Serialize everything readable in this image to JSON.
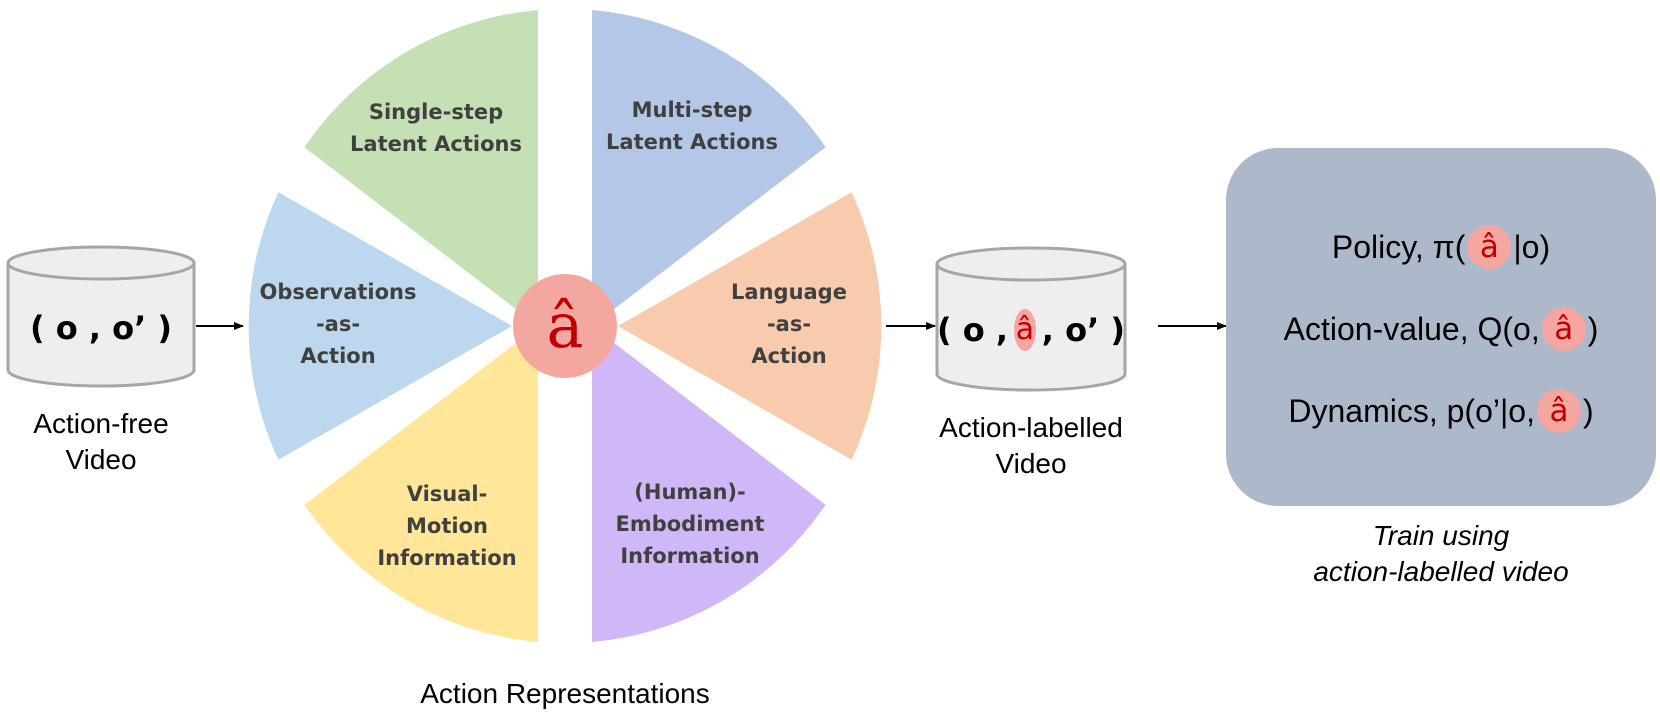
{
  "colors": {
    "single_step": "#c5e0b4",
    "multi_step": "#b4c7e7",
    "language": "#f8cbad",
    "embodiment": "#d0b8f8",
    "visual_motion": "#ffe699",
    "observations": "#bdd7ee",
    "center_circle": "#f4a7a0",
    "center_glyph": "#c00000",
    "badge_fill": "#f4a7a0",
    "cylinder_fill": "#eeeeee",
    "cylinder_stroke": "#a6a6a6",
    "train_box": "#adb9ca",
    "arrow": "#000000"
  },
  "center": {
    "symbol": "â"
  },
  "segments": {
    "single_step": {
      "line1": "Single-step",
      "line2": "Latent Actions"
    },
    "multi_step": {
      "line1": "Multi-step",
      "line2": "Latent Actions"
    },
    "language": {
      "line1": "Language",
      "line2": "-as-",
      "line3": "Action"
    },
    "embodiment": {
      "line1": "(Human)-",
      "line2": "Embodiment",
      "line3": "Information"
    },
    "visual_motion": {
      "line1": "Visual-",
      "line2": "Motion",
      "line3": "Information"
    },
    "observations": {
      "line1": "Observations",
      "line2": "-as-",
      "line3": "Action"
    }
  },
  "left_db": {
    "tuple": "( o , o’ )",
    "caption_line1": "Action-free",
    "caption_line2": "Video"
  },
  "right_db": {
    "tuple_open": "( o ,",
    "tuple_symbol": "â",
    "tuple_close": ", o’ )",
    "caption_line1": "Action-labelled",
    "caption_line2": "Video"
  },
  "wheel_caption": "Action Representations",
  "train": {
    "policy_prefix": "Policy, π(",
    "policy_symbol": "â",
    "policy_suffix": "|o)",
    "value_prefix": "Action-value, Q(o,",
    "value_symbol": "â",
    "value_suffix": ")",
    "dynamics_prefix": "Dynamics, p(o’|o,",
    "dynamics_symbol": "â",
    "dynamics_suffix": ")",
    "caption_line1": "Train using",
    "caption_line2": "action-labelled video"
  }
}
